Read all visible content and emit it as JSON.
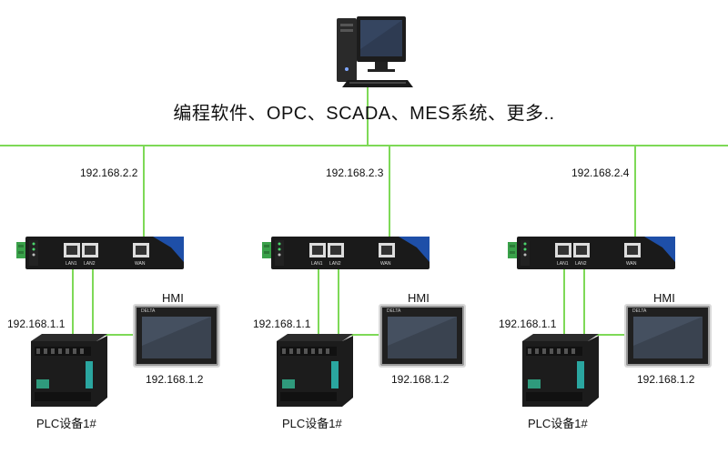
{
  "caption": "编程软件、OPC、SCADA、MES系统、更多..",
  "colors": {
    "link": "#7ed957",
    "gateway": "#1a1a1a",
    "gateway_accent": "#1e4fa8",
    "terminal": "#3aa14a"
  },
  "icons": {
    "pc": "desktop-computer-icon",
    "gateway": "network-gateway-icon",
    "hmi": "hmi-touchscreen-icon",
    "plc": "plc-controller-icon"
  },
  "gateway_ports": [
    "LAN1",
    "LAN2",
    "WAN"
  ],
  "units": [
    {
      "wan_ip": "192.168.2.2",
      "hmi_label": "HMI",
      "hmi_brand": "DELTA",
      "hmi_ip": "192.168.1.2",
      "plc_ip": "192.168.1.1",
      "plc_label": "PLC设备1#"
    },
    {
      "wan_ip": "192.168.2.3",
      "hmi_label": "HMI",
      "hmi_brand": "DELTA",
      "hmi_ip": "192.168.1.2",
      "plc_ip": "192.168.1.1",
      "plc_label": "PLC设备1#"
    },
    {
      "wan_ip": "192.168.2.4",
      "hmi_label": "HMI",
      "hmi_brand": "DELTA",
      "hmi_ip": "192.168.1.2",
      "plc_ip": "192.168.1.1",
      "plc_label": "PLC设备1#"
    }
  ]
}
